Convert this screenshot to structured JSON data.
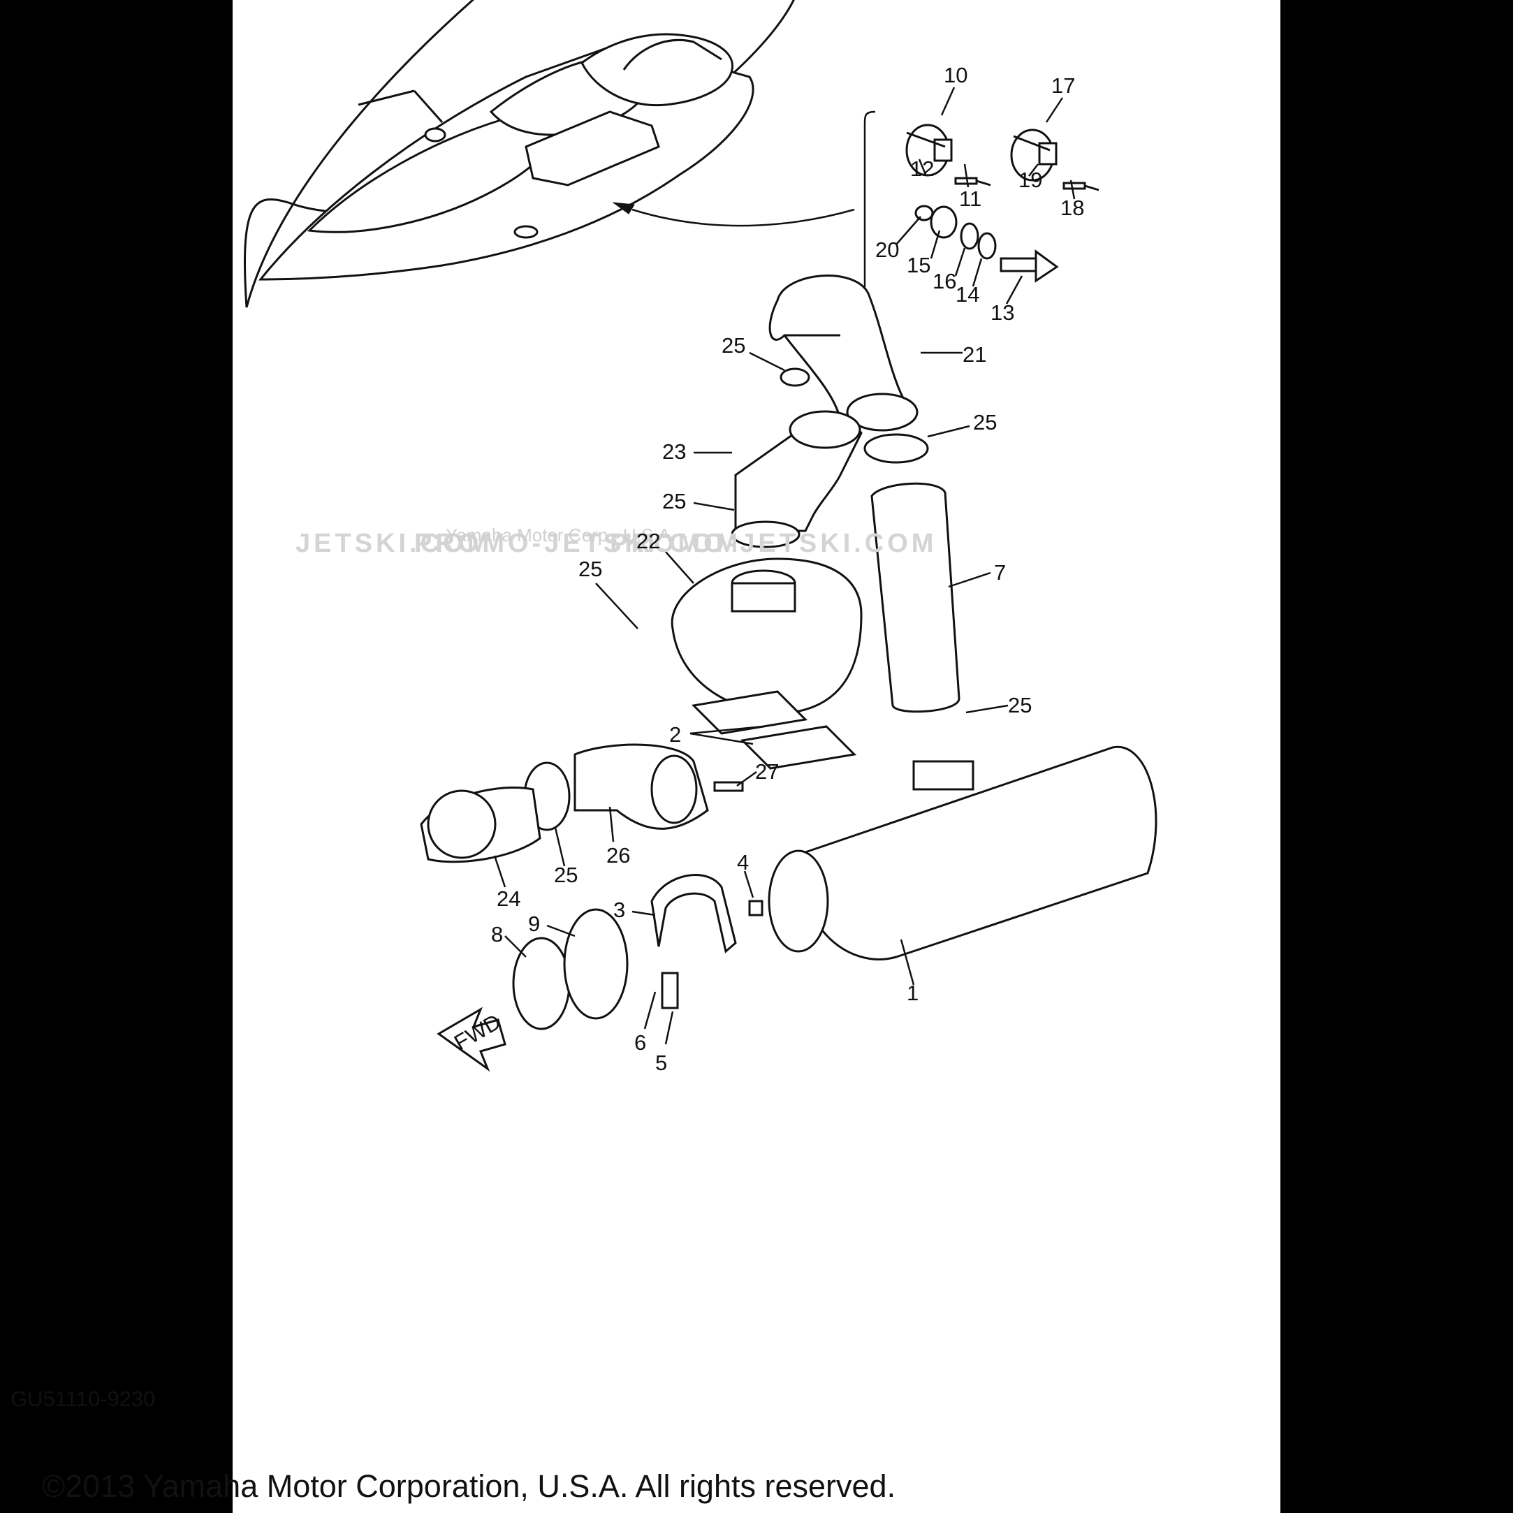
{
  "diagram_code": "GU51110-9230",
  "copyright": "©2013 Yamaha Motor Corporation, U.S.A. All rights reserved.",
  "watermark_left": "JETSKI.COM",
  "watermark_mid": "PROMO-JETSKI.COM",
  "watermark_right": "PROMO-JETSKI.COM",
  "watermark_small": "Yamaha Motor Corp., U.S.A.",
  "fwd_label": "FWD",
  "callouts": {
    "c1": "1",
    "c2": "2",
    "c3": "3",
    "c4": "4",
    "c5": "5",
    "c6": "6",
    "c7": "7",
    "c8": "8",
    "c9": "9",
    "c10": "10",
    "c11": "11",
    "c12": "12",
    "c13": "13",
    "c14": "14",
    "c15": "15",
    "c16": "16",
    "c17": "17",
    "c18": "18",
    "c19": "19",
    "c20": "20",
    "c21": "21",
    "c22": "22",
    "c23": "23",
    "c24": "24",
    "c25a": "25",
    "c25b": "25",
    "c25c": "25",
    "c25d": "25",
    "c25e": "25",
    "c25f": "25",
    "c26": "26",
    "c27": "27"
  }
}
